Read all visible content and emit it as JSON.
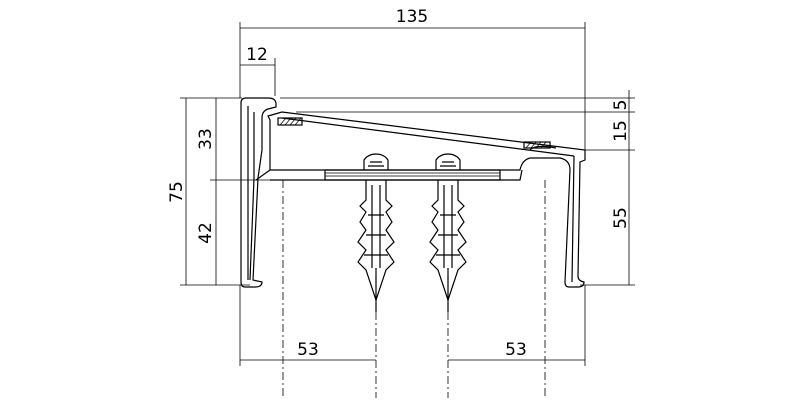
{
  "drawing": {
    "dimensions": {
      "overall_width": "135",
      "nose_width": "12",
      "total_height": "75",
      "upper_height": "33",
      "lower_height": "42",
      "right_height": "55",
      "top_offset": "5",
      "right_step": "15",
      "left_anchor_offset": "53",
      "right_anchor_offset": "53"
    }
  }
}
